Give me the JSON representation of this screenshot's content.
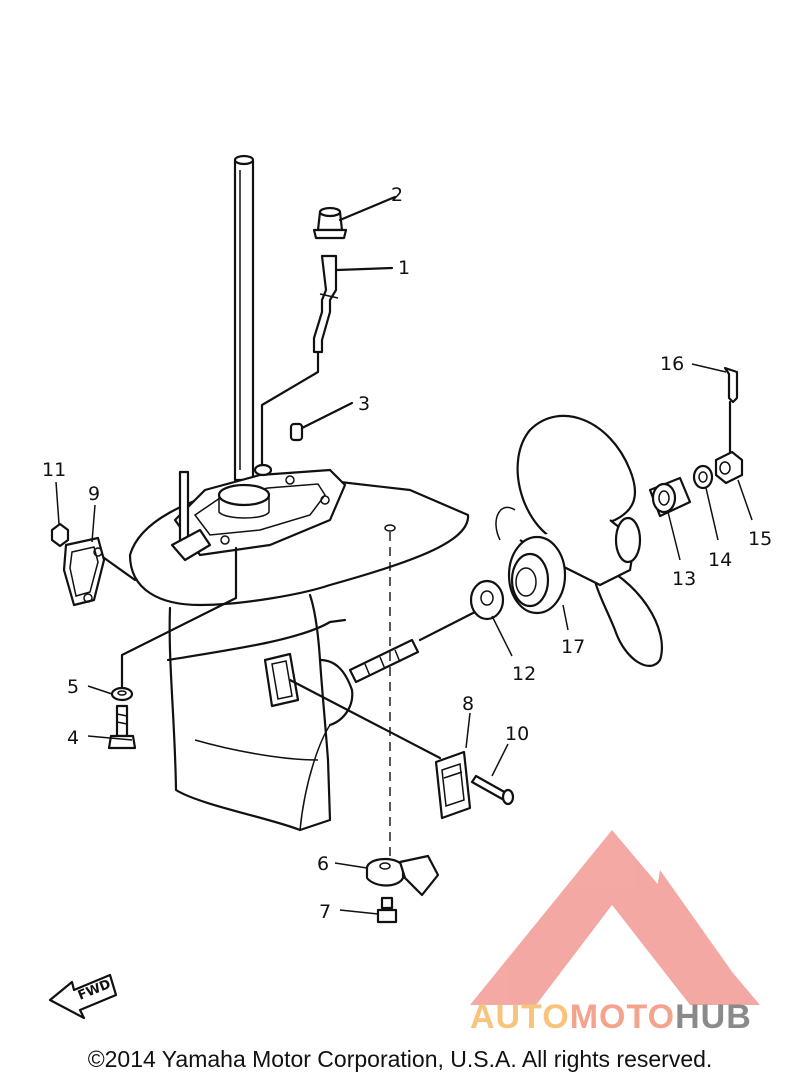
{
  "callouts": [
    "1",
    "2",
    "3",
    "4",
    "5",
    "6",
    "7",
    "8",
    "9",
    "10",
    "11",
    "12",
    "13",
    "14",
    "15",
    "16",
    "17"
  ],
  "direction_label": "FWD",
  "brand": {
    "part1": "AUTO",
    "part2": "MOTO",
    "part3": "HUB",
    "colors": {
      "part1": "#f7c47a",
      "part2": "#f4a48e",
      "part3": "#8a8a8a",
      "logo": "#f29a94"
    }
  },
  "copyright": "©2014 Yamaha Motor Corporation, U.S.A. All rights reserved."
}
